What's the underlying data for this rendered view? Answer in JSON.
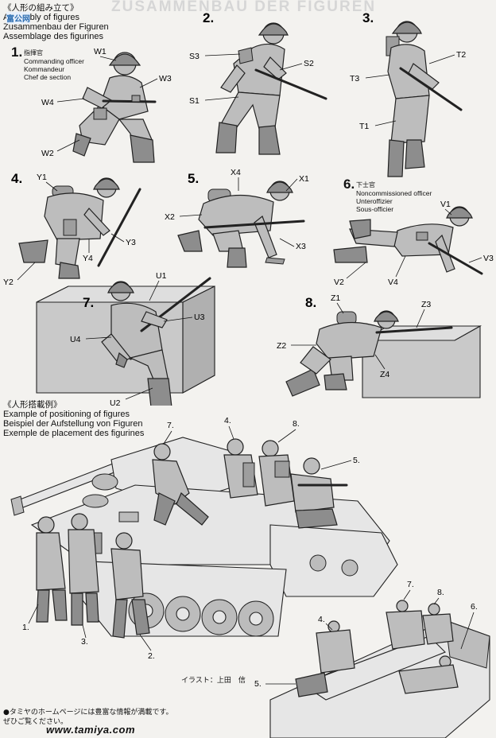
{
  "header": {
    "jp_title": "《人形の組み立て》",
    "lines": [
      "Assembly of figures",
      "Zusammenbau der Figuren",
      "Assemblage des figurines"
    ]
  },
  "watermark": "富公网",
  "top_band_text": "ZUSAMMENBAU DER FIGUREN",
  "figures": [
    {
      "number": "1.",
      "role_jp": "指揮官",
      "role_lines": [
        "Commanding officer",
        "Kommandeur",
        "Chef de section"
      ],
      "parts": [
        "W1",
        "W3",
        "W4",
        "W2"
      ]
    },
    {
      "number": "2.",
      "parts": [
        "S3",
        "S2",
        "S1"
      ]
    },
    {
      "number": "3.",
      "parts": [
        "T2",
        "T3",
        "T1"
      ]
    },
    {
      "number": "4.",
      "parts": [
        "Y1",
        "Y3",
        "Y4",
        "Y2"
      ]
    },
    {
      "number": "5.",
      "parts": [
        "X4",
        "X1",
        "X2",
        "X3"
      ]
    },
    {
      "number": "6.",
      "role_jp": "下士官",
      "role_lines": [
        "Noncommissioned officer",
        "Unteroffizier",
        "Sous-officier"
      ],
      "parts": [
        "V1",
        "V3",
        "V2",
        "V4"
      ]
    },
    {
      "number": "7.",
      "parts": [
        "U1",
        "U3",
        "U4",
        "U2"
      ]
    },
    {
      "number": "8.",
      "parts": [
        "Z1",
        "Z3",
        "Z2",
        "Z4"
      ]
    }
  ],
  "positioning": {
    "jp_title": "《人形搭載例》",
    "lines": [
      "Example of positioning of figures",
      "Beispiel der Aufstellung von Figuren",
      "Exemple de placement des figurines"
    ],
    "main_labels": [
      "7.",
      "4.",
      "8.",
      "5.",
      "1.",
      "3.",
      "2."
    ],
    "small_labels": [
      "7.",
      "8.",
      "4.",
      "6.",
      "5."
    ]
  },
  "footer": {
    "illustration": "イラスト：上田　信",
    "note_lines": [
      "●タミヤのホームページには豊富な情報が満載です。",
      "ぜひご覧ください。"
    ],
    "url": "www.tamiya.com"
  }
}
